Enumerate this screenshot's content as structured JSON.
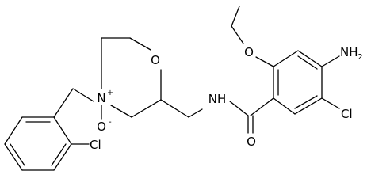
{
  "molecule": {
    "atoms": {
      "ring_oxygen": "O",
      "ring_nitrogen": "N",
      "n_charge": "+",
      "n_oxide_oxygen": "O",
      "n_oxide_charge": "-",
      "amide_nitrogen": "NH",
      "carbonyl_oxygen": "O",
      "ethoxy_oxygen": "O",
      "amino_group": "NH",
      "amino_subscript": "2",
      "aryl_chlorine": "Cl",
      "benzyl_chlorine": "Cl"
    }
  }
}
